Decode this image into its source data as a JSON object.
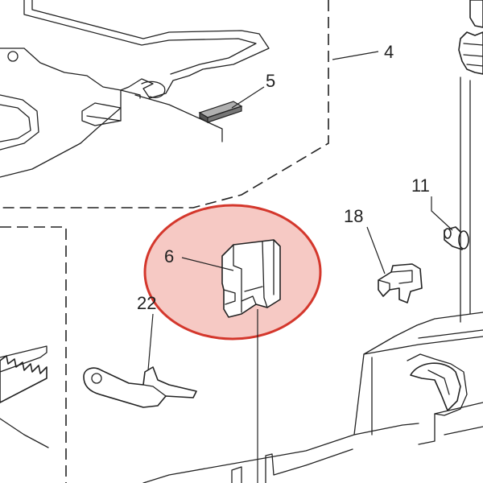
{
  "diagram": {
    "callouts": [
      {
        "id": "4",
        "label": "4"
      },
      {
        "id": "5",
        "label": "5"
      },
      {
        "id": "6",
        "label": "6"
      },
      {
        "id": "11",
        "label": "11"
      },
      {
        "id": "18",
        "label": "18"
      },
      {
        "id": "22",
        "label": "22"
      }
    ],
    "highlight": {
      "target": "6",
      "fill": "#f6c9c4",
      "stroke": "#d4372c"
    }
  }
}
